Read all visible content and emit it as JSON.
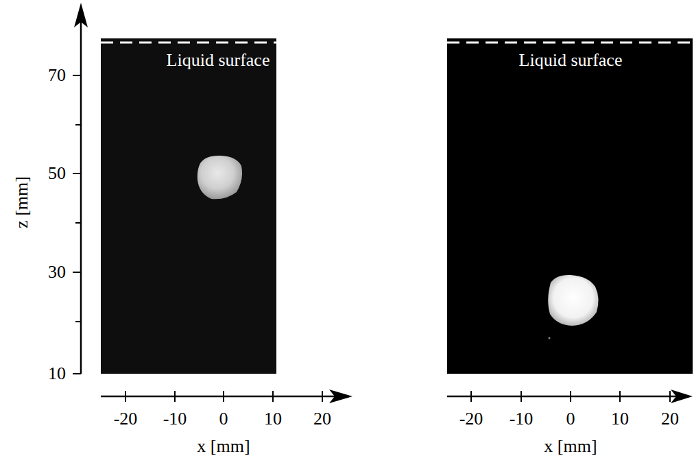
{
  "diagram": {
    "labels": [
      "Liquid surface",
      "Liquid surface",
      "70",
      "50",
      "30",
      "10",
      "z [mm]",
      "-20",
      "-10",
      "0",
      "10",
      "20",
      "x [mm]",
      "-20",
      "-10",
      "0",
      "10",
      "20",
      "x [mm]"
    ]
  }
}
